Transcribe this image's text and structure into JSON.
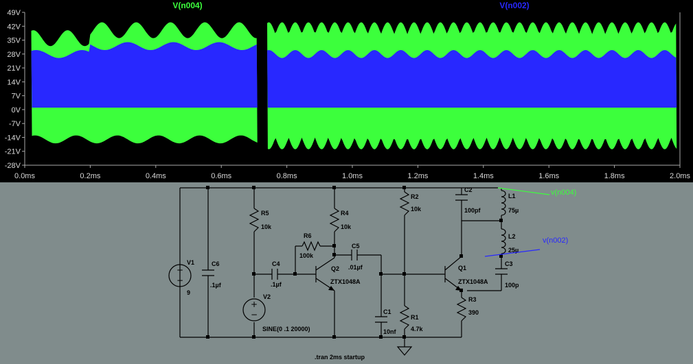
{
  "plot": {
    "traces": [
      {
        "name": "V(n004)",
        "color": "#3cff3c"
      },
      {
        "name": "V(n002)",
        "color": "#2828ff"
      }
    ],
    "y_ticks": [
      "49V",
      "42V",
      "35V",
      "28V",
      "21V",
      "14V",
      "7V",
      "0V",
      "-7V",
      "-14V",
      "-21V",
      "-28V"
    ],
    "x_ticks": [
      "0.0ms",
      "0.2ms",
      "0.4ms",
      "0.6ms",
      "0.8ms",
      "1.0ms",
      "1.2ms",
      "1.4ms",
      "1.6ms",
      "1.8ms",
      "2.0ms"
    ],
    "background": "#000000"
  },
  "schematic": {
    "background": "#808c8c",
    "labels": {
      "V1": "V1",
      "V1val": "9",
      "C6": "C6",
      "C6val": ".1µf",
      "R5": "R5",
      "R5val": "10k",
      "V2": "V2",
      "V2val": "SINE(0 .1 20000)",
      "C4": "C4",
      "C4val": ".1µf",
      "R6": "R6",
      "R6val": "100k",
      "R4": "R4",
      "R4val": "10k",
      "Q2": "Q2",
      "Q2val": "ZTX1048A",
      "C5": "C5",
      "C5val": ".01µf",
      "C1": "C1",
      "C1val": "10nf",
      "R2": "R2",
      "R2val": "10k",
      "R1": "R1",
      "R1val": "4.7k",
      "Q1": "Q1",
      "Q1val": "ZTX1048A",
      "R3": "R3",
      "R3val": "390",
      "C2": "C2",
      "C2val": "100pf",
      "L1": "L1",
      "L1val": "75µ",
      "L2": "L2",
      "L2val": "25µ",
      "C3": "C3",
      "C3val": "100p",
      "probe1": "v(n004)",
      "probe2": "v(n002)",
      "directive": ".tran 2ms startup"
    }
  }
}
